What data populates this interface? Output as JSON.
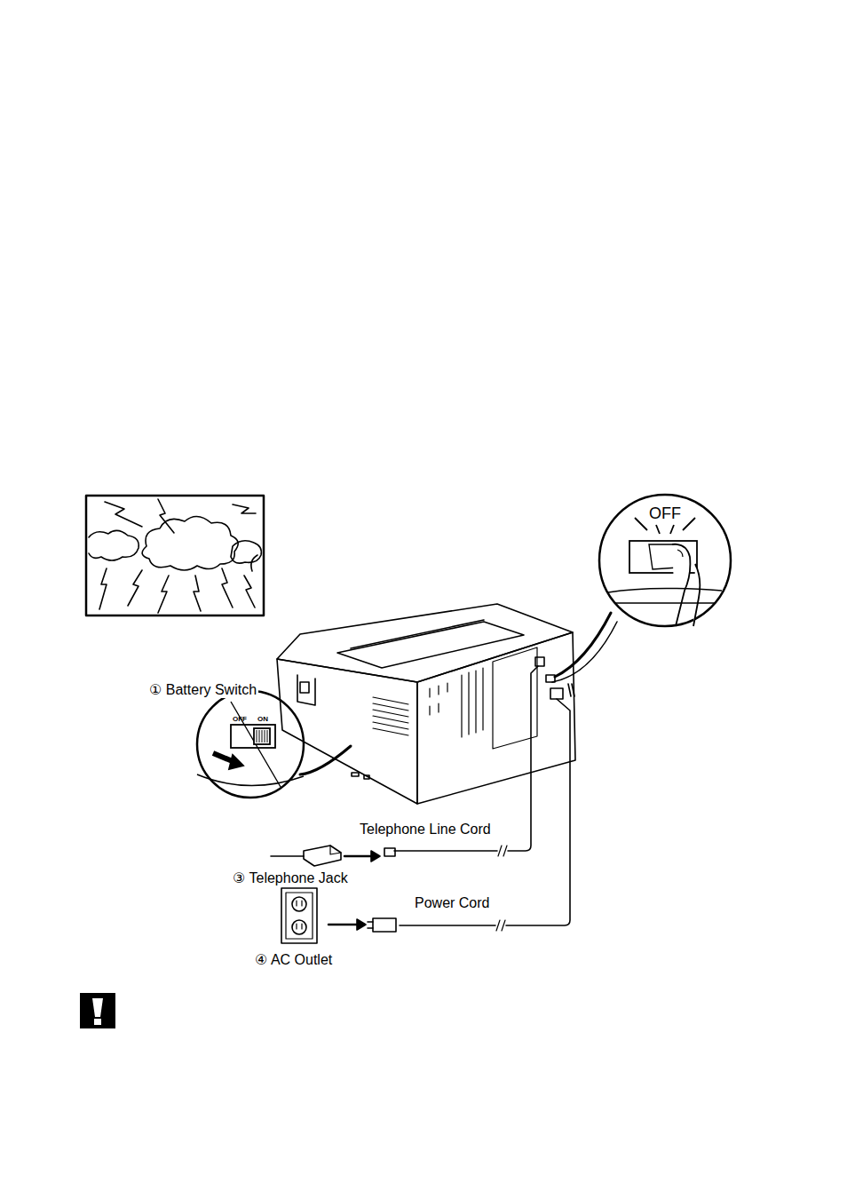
{
  "diagram": {
    "nodes": [
      {
        "text": [
          "OFF"
        ]
      },
      {
        "text": [
          "OFF",
          "ON"
        ]
      }
    ],
    "labels": [
      "① Battery Switch",
      "Telephone Line Cord",
      "③ Telephone Jack",
      "Power Cord",
      "④ AC Outlet"
    ]
  }
}
